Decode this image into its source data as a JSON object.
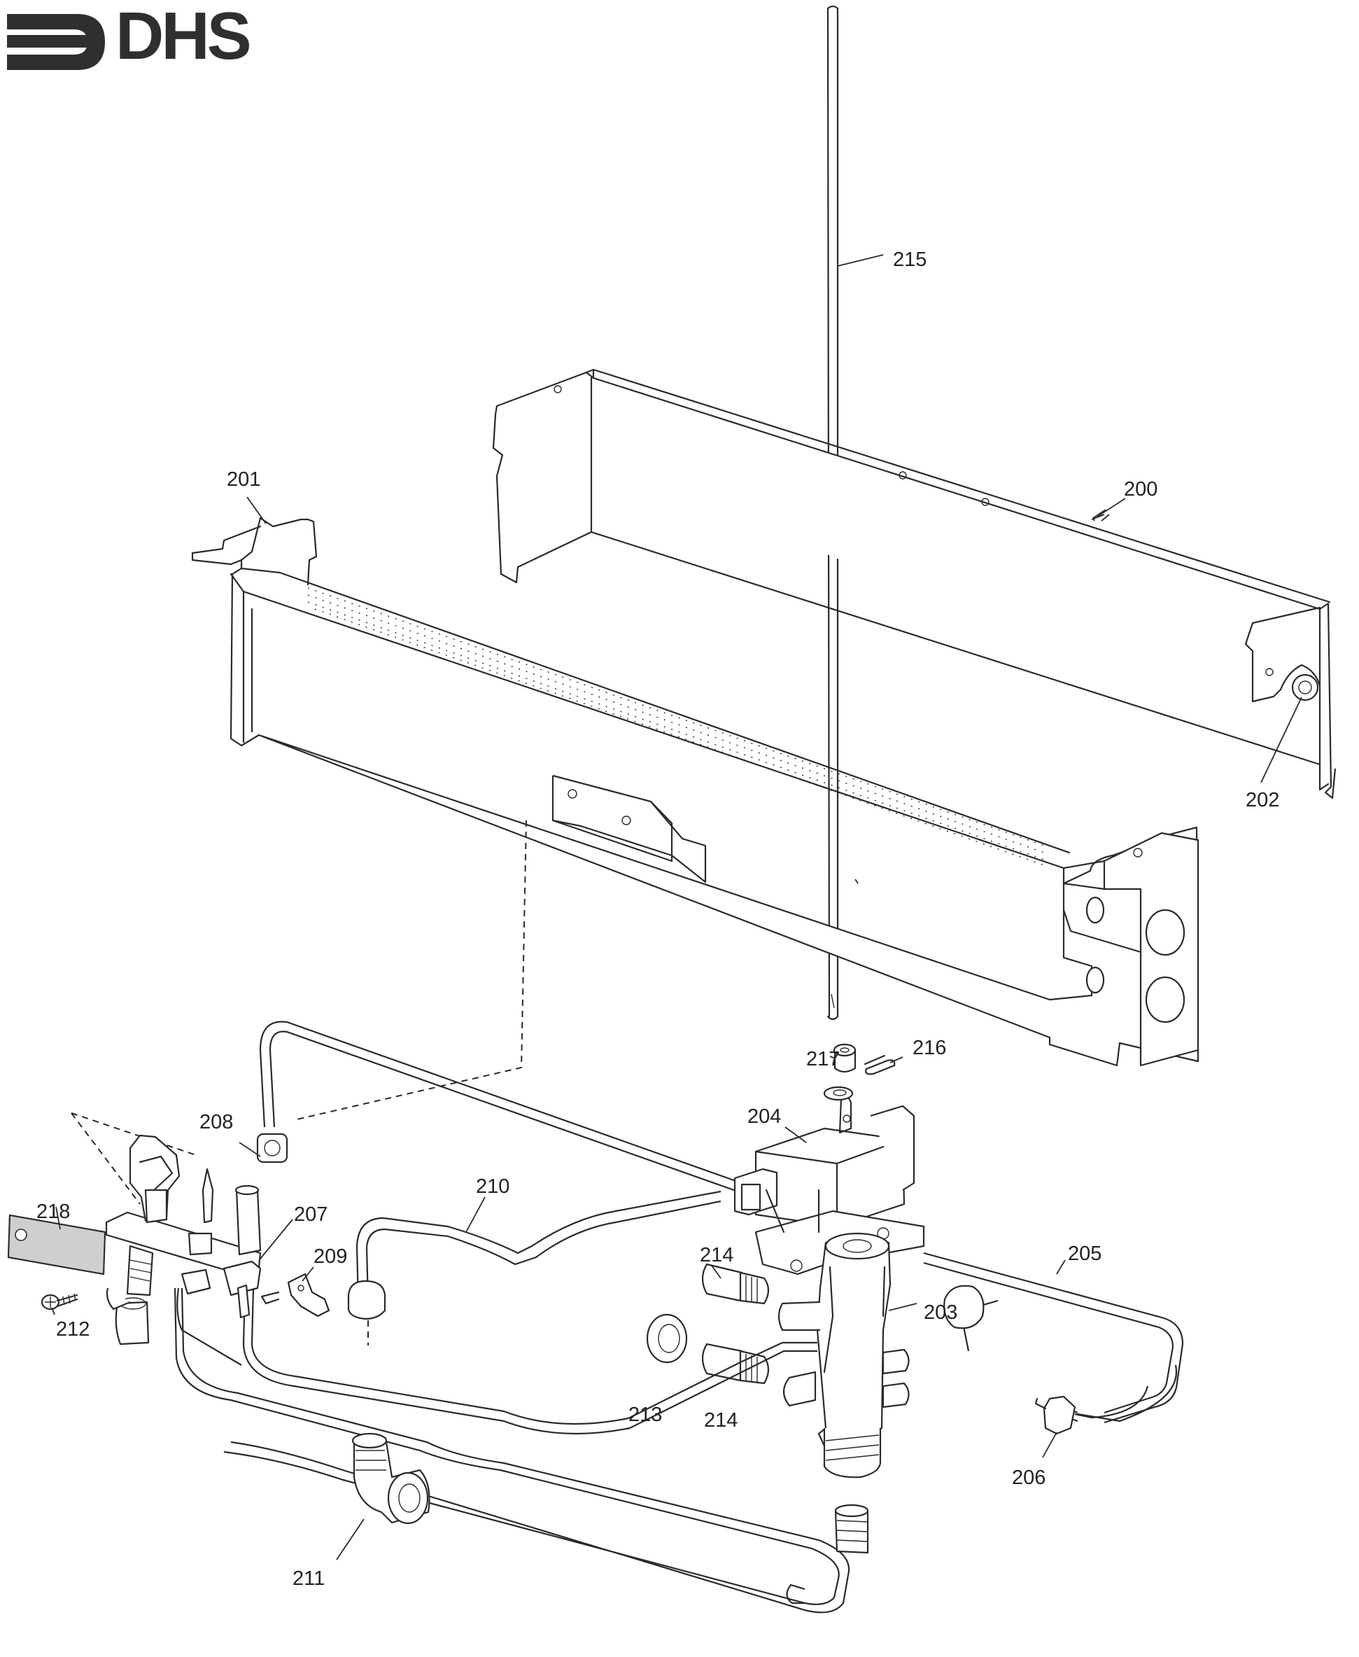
{
  "logo": {
    "text": "DHS",
    "colors": {
      "mark": "#2f2f2f"
    }
  },
  "callouts": {
    "c200": "200",
    "c201": "201",
    "c202": "202",
    "c203": "203",
    "c204": "204",
    "c205": "205",
    "c206": "206",
    "c207": "207",
    "c208": "208",
    "c209": "209",
    "c210": "210",
    "c211": "211",
    "c212": "212",
    "c213": "213",
    "c214a": "214",
    "c214b": "214",
    "c215": "215",
    "c216": "216",
    "c217": "217",
    "c218": "218"
  }
}
